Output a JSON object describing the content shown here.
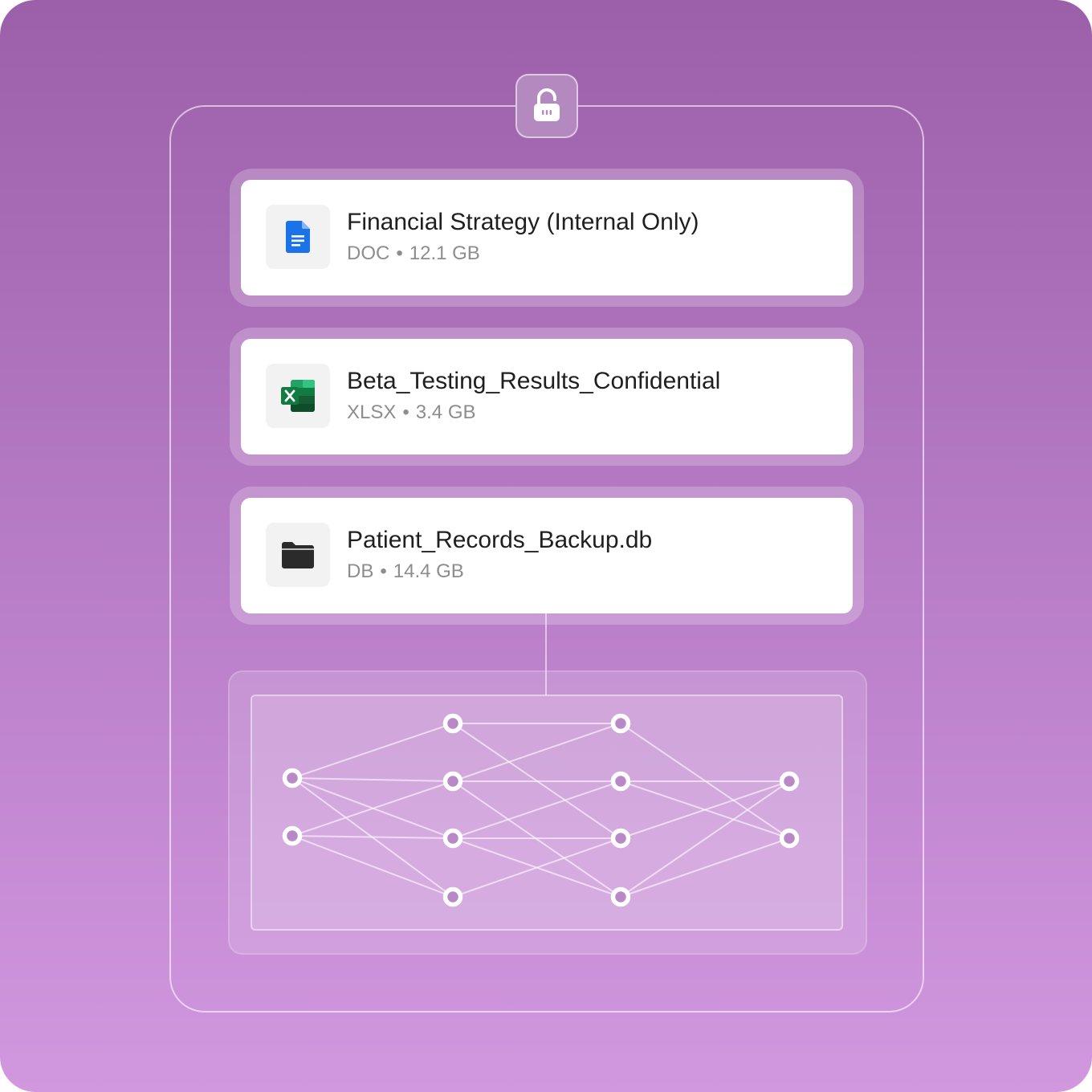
{
  "files": [
    {
      "title": "Financial Strategy (Internal Only)",
      "type": "DOC",
      "separator": "•",
      "size": "12.1 GB",
      "icon": "google-docs-icon",
      "color": "#1a73e8"
    },
    {
      "title": "Beta_Testing_Results_Confidential",
      "type": "XLSX",
      "separator": "•",
      "size": "3.4 GB",
      "icon": "excel-icon",
      "color": "#1e7145"
    },
    {
      "title": "Patient_Records_Backup.db",
      "type": "DB",
      "separator": "•",
      "size": "14.4 GB",
      "icon": "folder-icon",
      "color": "#2b2b2b"
    }
  ],
  "lock": {
    "icon": "unlocked-padlock-icon"
  },
  "network": {
    "icon": "neural-network-diagram",
    "layers": [
      2,
      4,
      4,
      2
    ]
  },
  "colors": {
    "background_top": "#9c5fa9",
    "background_bottom": "#d197df",
    "title_text": "#1f1f1f",
    "meta_text": "#8d8d8d"
  }
}
